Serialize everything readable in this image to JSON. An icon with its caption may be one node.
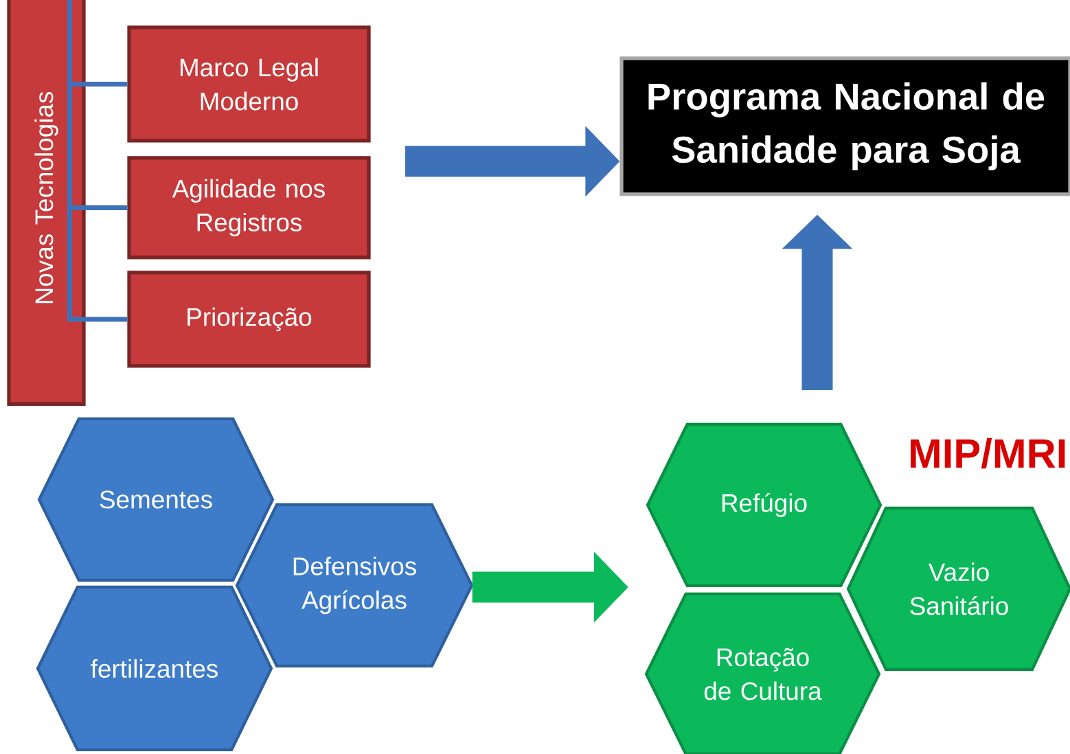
{
  "diagram": {
    "nodes": [
      {
        "text": [
          "Novas Tecnologias"
        ]
      },
      {
        "text": [
          "Marco Legal Moderno"
        ]
      },
      {
        "text": [
          "Agilidade nos Registros"
        ]
      },
      {
        "text": [
          "Priorização"
        ]
      },
      {
        "text": [
          "Programa Nacional de Sanidade para Soja"
        ]
      },
      {
        "text": [
          "Sementes"
        ]
      },
      {
        "text": [
          "Defensivos Agrícolas"
        ]
      },
      {
        "text": [
          "fertilizantes"
        ]
      },
      {
        "text": [
          "Refúgio"
        ]
      },
      {
        "text": [
          "Vazio Sanitário"
        ]
      },
      {
        "text": [
          "Rotação de Cultura"
        ]
      }
    ],
    "edges": [
      {
        "from": 0,
        "to": 1,
        "arrow": "none"
      },
      {
        "from": 0,
        "to": 2,
        "arrow": "none"
      },
      {
        "from": 0,
        "to": 3,
        "arrow": "none"
      },
      {
        "from": null,
        "to": 4,
        "arrow": "to",
        "style": "thick"
      },
      {
        "from": null,
        "to": 4,
        "arrow": "to",
        "style": "thick"
      },
      {
        "from": 6,
        "to": null,
        "arrow": "to",
        "style": "thick",
        "color": "#0bb95a"
      }
    ],
    "labels": [
      "MIP/MRI"
    ]
  }
}
